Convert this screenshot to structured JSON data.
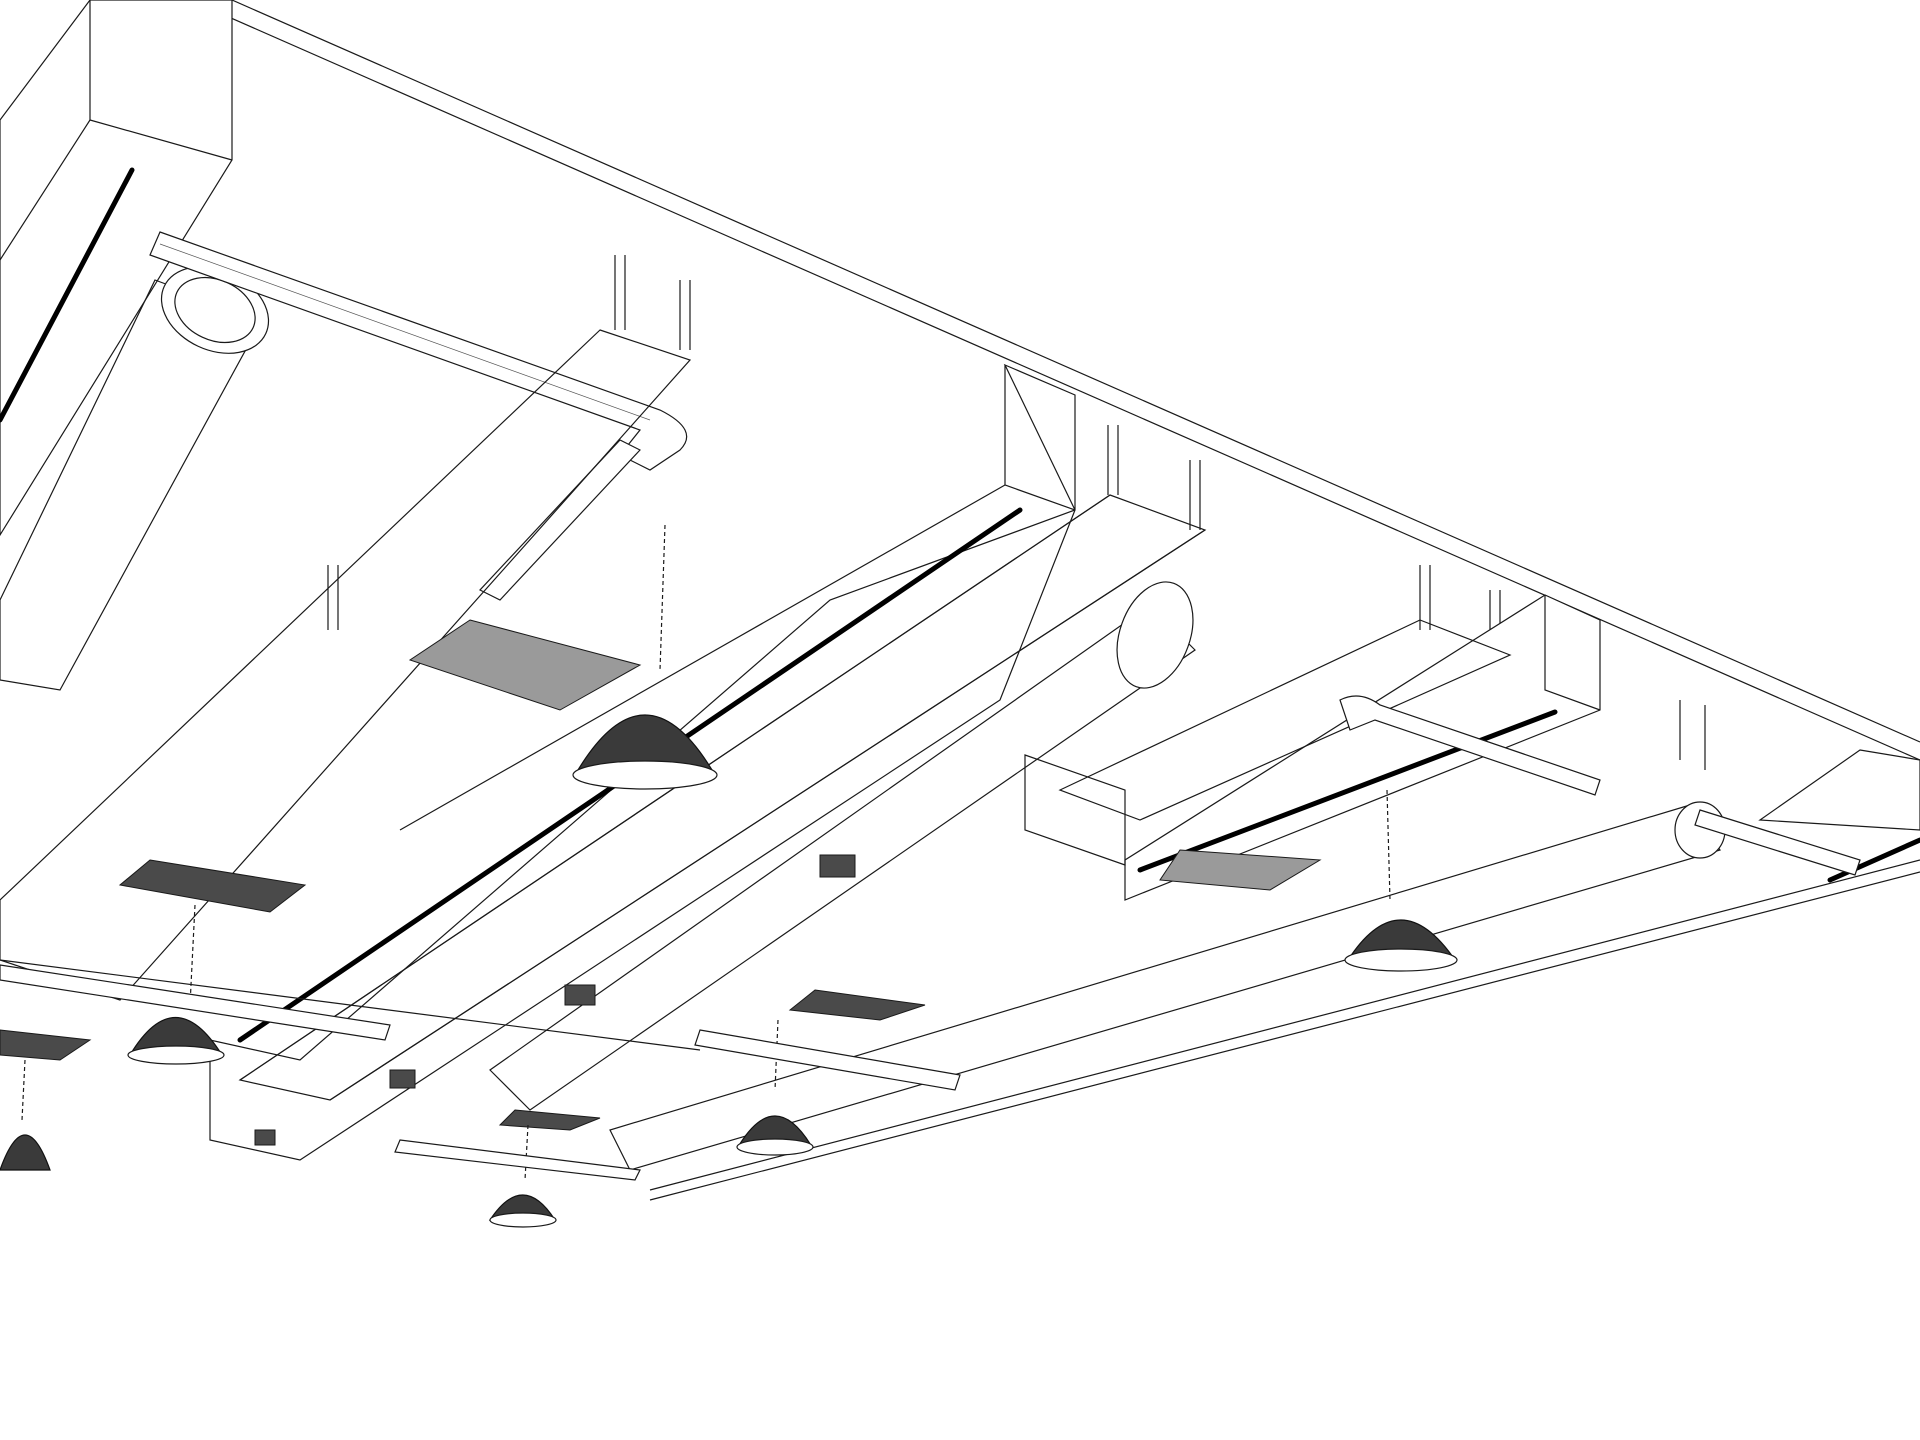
{
  "scene": {
    "colors": {
      "line": "#1a1a1a",
      "background": "#ffffff",
      "grille": "#4a4a4a",
      "lamp": "#3a3a3a"
    },
    "pendant_lamps": 6,
    "cable_trays": 3,
    "round_ducts": 3
  }
}
